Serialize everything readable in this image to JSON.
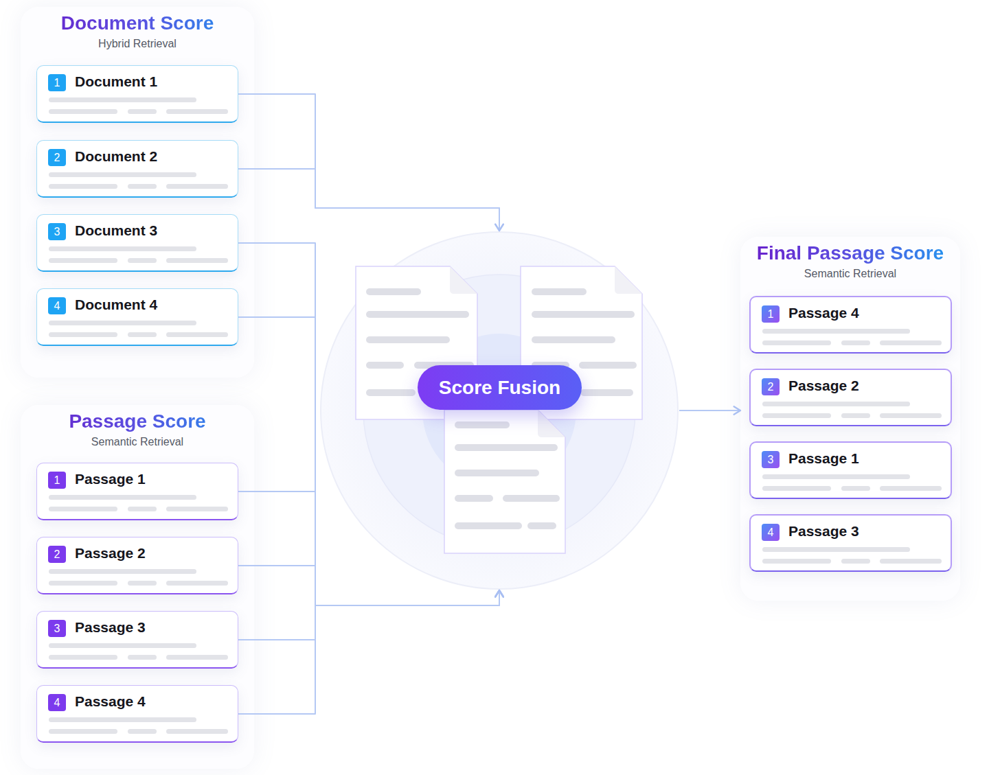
{
  "diagram": {
    "nodes": [
      {
        "text": [
          "Document Score",
          "Hybrid Retrieval"
        ]
      },
      {
        "text": [
          "1",
          "Document 1"
        ],
        "in": 0
      },
      {
        "text": [
          "2",
          "Document 2"
        ],
        "in": 0
      },
      {
        "text": [
          "3",
          "Document 3"
        ],
        "in": 0
      },
      {
        "text": [
          "4",
          "Document 4"
        ],
        "in": 0
      },
      {
        "text": [
          "Passage Score",
          "Semantic Retrieval"
        ]
      },
      {
        "text": [
          "1",
          "Passage 1"
        ],
        "in": 5
      },
      {
        "text": [
          "2",
          "Passage 2"
        ],
        "in": 5
      },
      {
        "text": [
          "3",
          "Passage 3"
        ],
        "in": 5
      },
      {
        "text": [
          "4",
          "Passage 4"
        ],
        "in": 5
      },
      {
        "text": [
          "Score Fusion"
        ]
      },
      {
        "text": [
          "Final Passage Score",
          "Semantic Retrieval"
        ]
      },
      {
        "text": [
          "1",
          "Passage 4"
        ],
        "in": 11
      },
      {
        "text": [
          "2",
          "Passage 2"
        ],
        "in": 11
      },
      {
        "text": [
          "3",
          "Passage 1"
        ],
        "in": 11
      },
      {
        "text": [
          "4",
          "Passage 3"
        ],
        "in": 11
      }
    ],
    "edges": [
      {
        "from": 1,
        "to": 10,
        "arrow": "to"
      },
      {
        "from": 2,
        "to": 10,
        "arrow": "to"
      },
      {
        "from": 3,
        "to": 10,
        "arrow": "to"
      },
      {
        "from": 4,
        "to": 10,
        "arrow": "to"
      },
      {
        "from": 6,
        "to": 10,
        "arrow": "to"
      },
      {
        "from": 7,
        "to": 10,
        "arrow": "to"
      },
      {
        "from": 8,
        "to": 10,
        "arrow": "to"
      },
      {
        "from": 9,
        "to": 10,
        "arrow": "to"
      },
      {
        "from": 10,
        "to": 11,
        "arrow": "to"
      }
    ]
  }
}
